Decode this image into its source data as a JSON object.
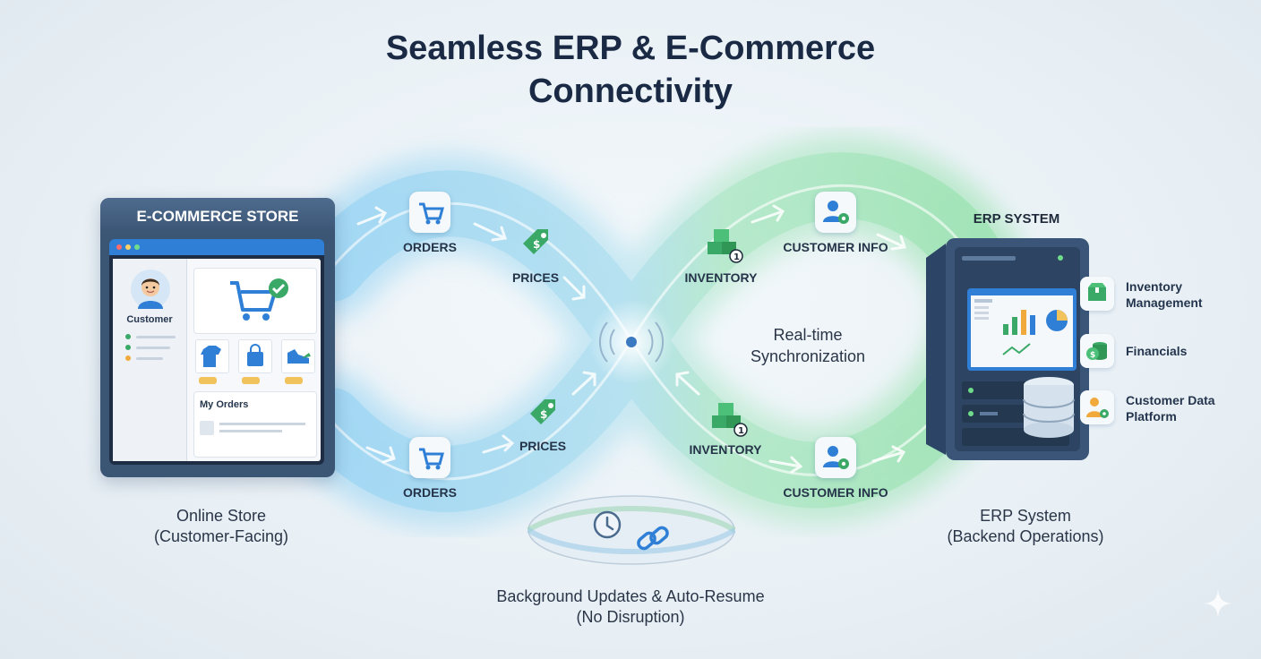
{
  "title": {
    "line1": "Seamless ERP & E-Commerce",
    "line2": "Connectivity"
  },
  "store": {
    "header": "E-COMMERCE STORE",
    "customer_label": "Customer",
    "orders_card_title": "My Orders",
    "caption_line1": "Online Store",
    "caption_line2": "(Customer-Facing)"
  },
  "flow": {
    "top_left": [
      {
        "label": "ORDERS",
        "icon": "cart-icon"
      },
      {
        "label": "PRICES",
        "icon": "price-tag-icon"
      }
    ],
    "top_right": [
      {
        "label": "INVENTORY",
        "icon": "inventory-boxes-icon"
      },
      {
        "label": "CUSTOMER INFO",
        "icon": "customer-gear-icon"
      }
    ],
    "bottom_left": [
      {
        "label": "ORDERS",
        "icon": "cart-icon"
      },
      {
        "label": "PRICES",
        "icon": "price-tag-icon"
      }
    ],
    "bottom_right": [
      {
        "label": "INVENTORY",
        "icon": "inventory-boxes-icon"
      },
      {
        "label": "CUSTOMER INFO",
        "icon": "customer-gear-icon"
      }
    ],
    "center_line1": "Real-time",
    "center_line2": "Synchronization"
  },
  "erp": {
    "title": "ERP SYSTEM",
    "modules": [
      {
        "label_line1": "Inventory",
        "label_line2": "Management",
        "icon": "inventory-icon"
      },
      {
        "label_line1": "Financials",
        "label_line2": "",
        "icon": "coins-icon"
      },
      {
        "label_line1": "Customer Data",
        "label_line2": "Platform",
        "icon": "customer-gear-icon"
      }
    ],
    "caption_line1": "ERP System",
    "caption_line2": "(Backend Operations)"
  },
  "background": {
    "line1": "Background Updates & Auto-Resume",
    "line2": "(No Disruption)"
  },
  "colors": {
    "blue_flow": "#7cc3ee",
    "green_flow": "#8fe0a6",
    "navy": "#1a2a44",
    "accent_green": "#3aa866",
    "accent_blue": "#2f7fd6"
  }
}
